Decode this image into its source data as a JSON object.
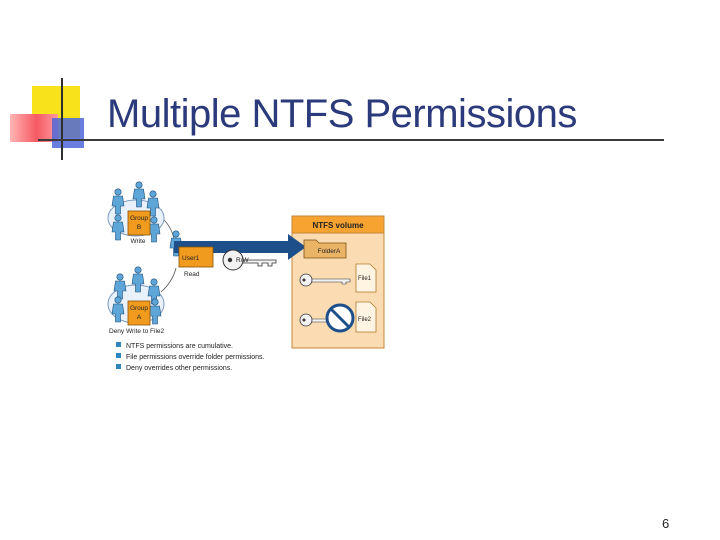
{
  "slide": {
    "title": "Multiple NTFS Permissions",
    "page_number": "6"
  },
  "diagram": {
    "volume_label": "NTFS volume",
    "folder_label": "FolderA",
    "file1_label": "File1",
    "file2_label": "File2",
    "group_b_label_line1": "Group",
    "group_b_label_line2": "B",
    "group_b_permission": "Write",
    "group_a_label_line1": "Group",
    "group_a_label_line2": "A",
    "group_a_permission": "Deny Write to File2",
    "user_label": "User1",
    "user_permission": "Read",
    "key_label": "R/W",
    "bullets": [
      "NTFS permissions are cumulative.",
      "File permissions override folder permissions.",
      "Deny overrides other permissions."
    ],
    "colors": {
      "group_box": "#f19b1e",
      "volume_panel": "#fbdcb2",
      "volume_header": "#f6a331",
      "arrow": "#1d4f8a",
      "people": "#5fa6d8",
      "title_text": "#2b3a7a",
      "bullet": "#2f86bf"
    }
  }
}
